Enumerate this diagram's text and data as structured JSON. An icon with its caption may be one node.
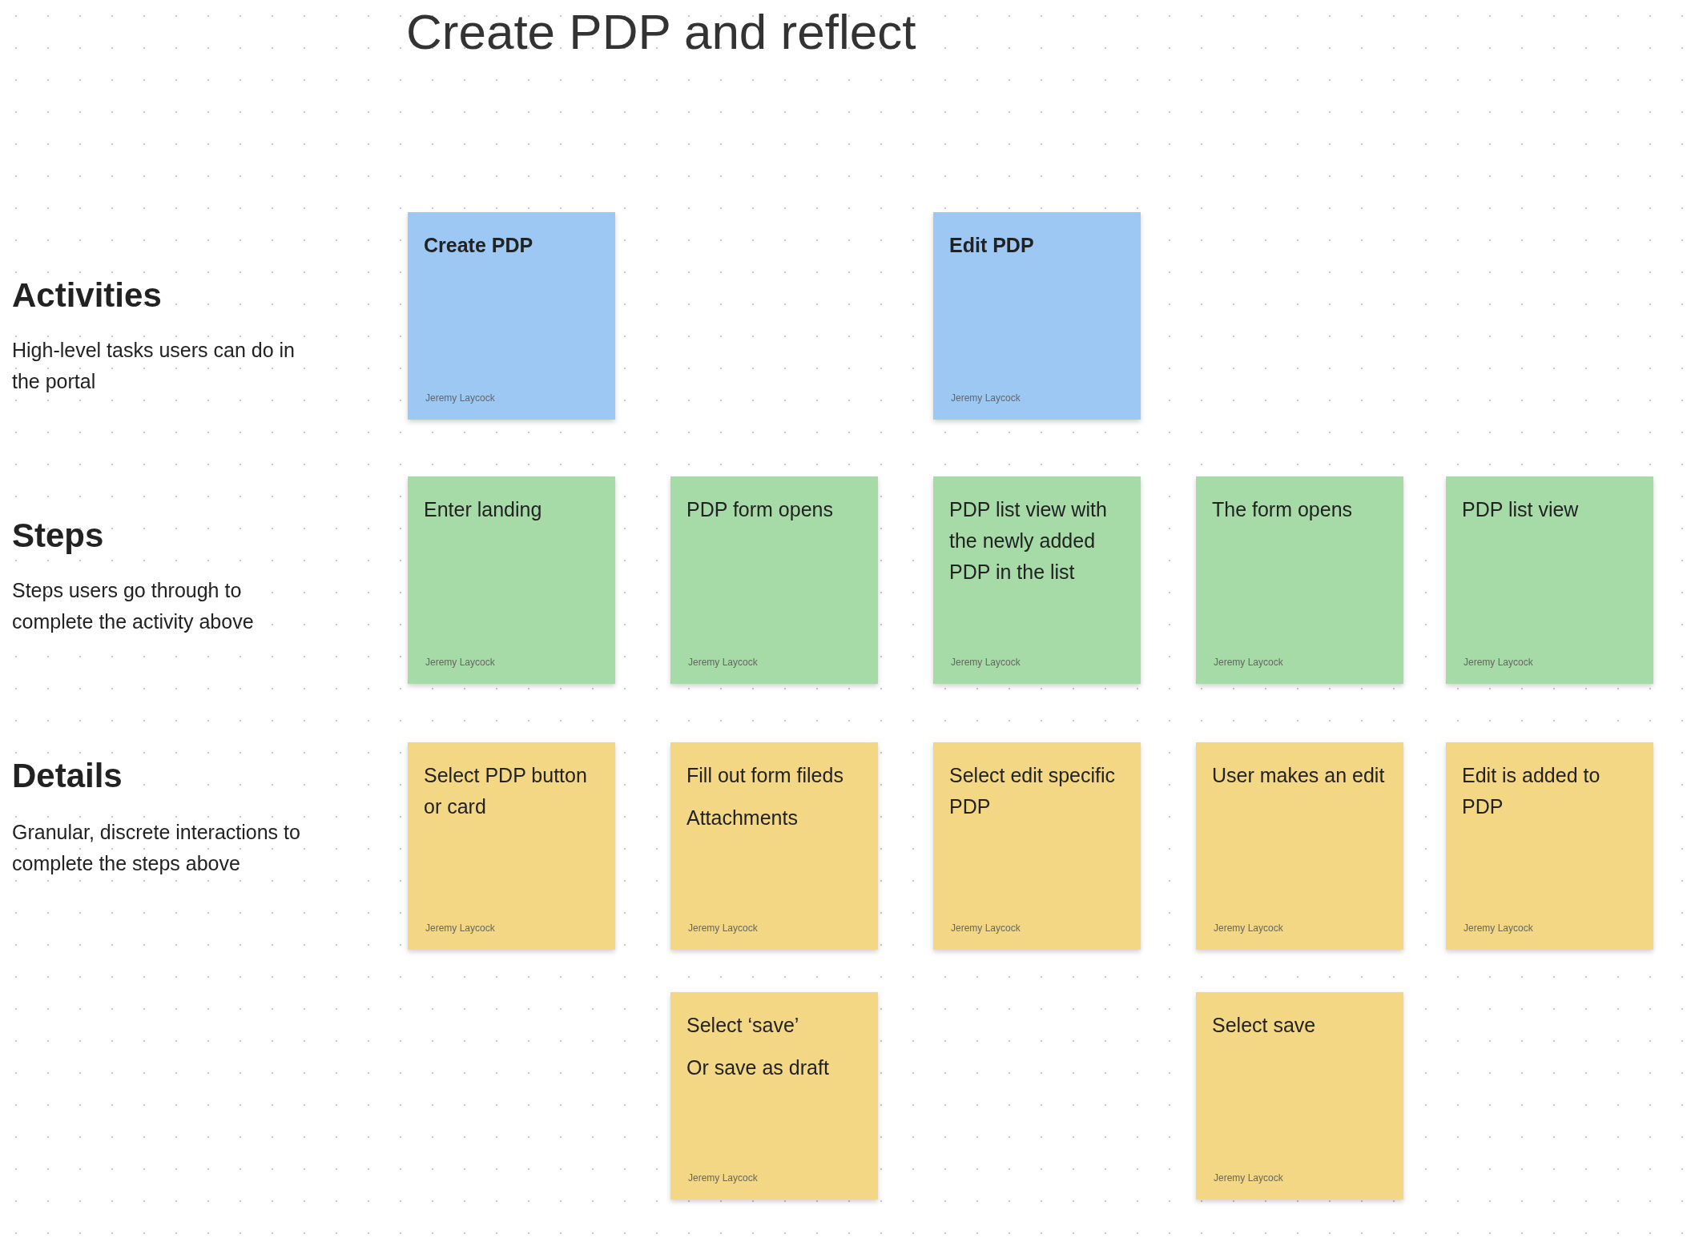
{
  "diagram": {
    "title": "Create PDP and reflect",
    "nodes": [
      {
        "text": [
          "Create PDP",
          "Jeremy Laycock"
        ]
      },
      {
        "text": [
          "Edit PDP",
          "Jeremy Laycock"
        ]
      },
      {
        "text": [
          "Enter landing",
          "Jeremy Laycock"
        ]
      },
      {
        "text": [
          "PDP form opens",
          "Jeremy Laycock"
        ]
      },
      {
        "text": [
          "PDP list view with the newly added PDP in the list",
          "Jeremy Laycock"
        ]
      },
      {
        "text": [
          "The form opens",
          "Jeremy Laycock"
        ]
      },
      {
        "text": [
          "PDP list view",
          "Jeremy Laycock"
        ]
      },
      {
        "text": [
          "Select PDP button or card",
          "Jeremy Laycock"
        ]
      },
      {
        "text": [
          "Fill out form fileds",
          "Attachments",
          "Jeremy Laycock"
        ]
      },
      {
        "text": [
          "Select edit specific PDP",
          "Jeremy Laycock"
        ]
      },
      {
        "text": [
          "User makes an edit",
          "Jeremy Laycock"
        ]
      },
      {
        "text": [
          "Edit is added to PDP",
          "Jeremy Laycock"
        ]
      },
      {
        "text": [
          "Select ‘save’",
          "Or save as draft",
          "Jeremy Laycock"
        ]
      },
      {
        "text": [
          "Select save",
          "Jeremy Laycock"
        ]
      }
    ],
    "edges": [],
    "labels": [
      "Activities",
      "High-level tasks users can do in the portal",
      "Steps",
      "Steps users go through to complete the activity above",
      "Details",
      "Granular, discrete interactions to complete the steps above"
    ]
  }
}
